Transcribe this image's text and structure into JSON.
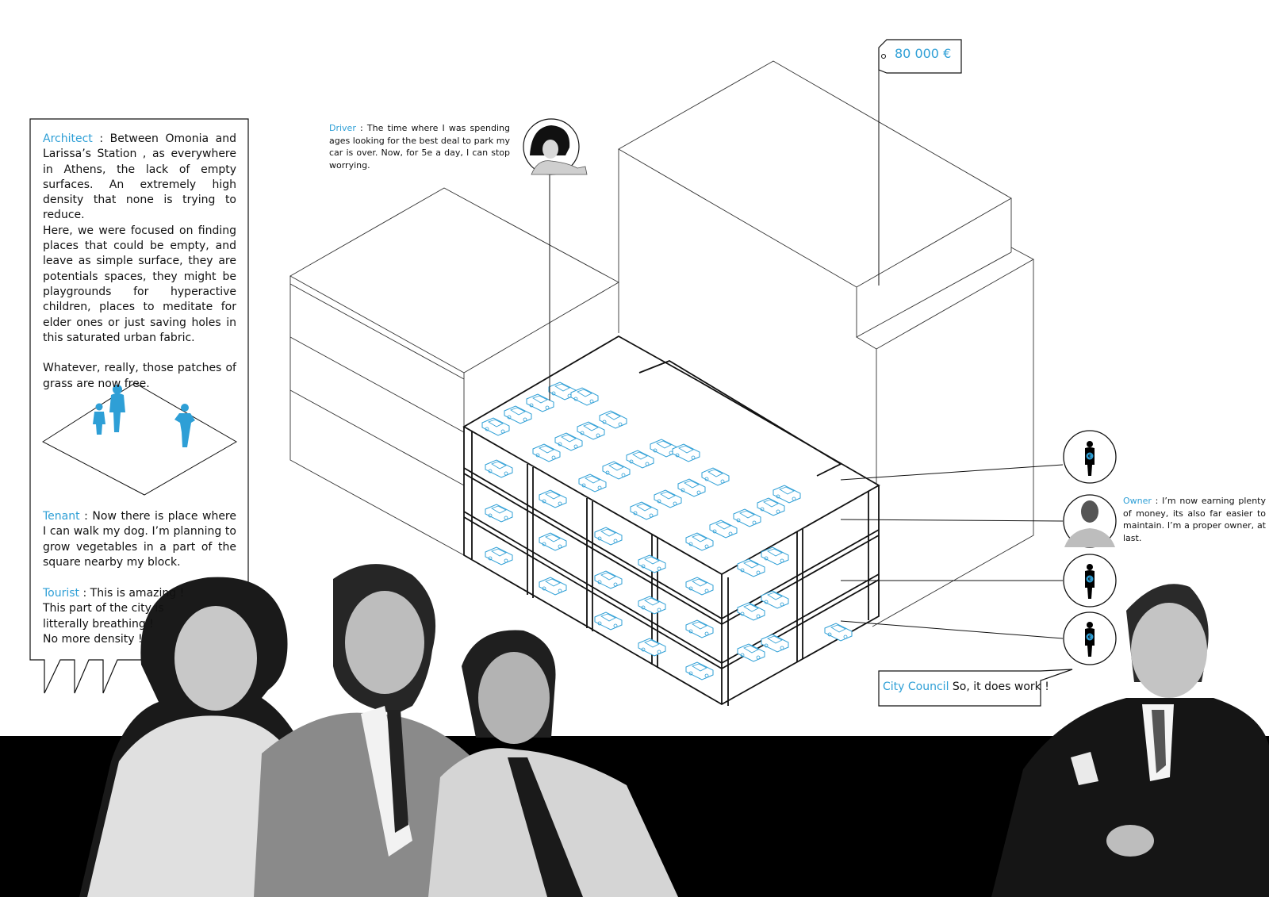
{
  "colors": {
    "accent": "#2e9fd6",
    "ink": "#111111",
    "band": "#000000",
    "background": "#ffffff"
  },
  "price_tag": {
    "label": "80 000 €"
  },
  "architect": {
    "speaker": "Architect",
    "para1": " :  Between Omonia and Larissa’s Station , as everywhere in Athens, the lack of empty surfaces. An extremely high density that none is trying to reduce.",
    "para2": "Here, we were focused on finding places that could be empty, and leave as simple surface, they are potentials spaces, they might be playgrounds for hyperactive children, places to meditate for elder ones or just saving holes in this saturated urban fabric.",
    "para3": "Whatever, really, those patches of grass are now free."
  },
  "tenant": {
    "speaker": "Tenant",
    "text": " : Now there is place where I can walk my dog. I’m planning to grow vegetables in a part of the square nearby my block."
  },
  "tourist": {
    "speaker": "Tourist",
    "line1": " : This is amazing !",
    "line2": "This part of the city is",
    "line3": " litterally breathing !",
    "line4": "No more density !"
  },
  "driver": {
    "speaker": "Driver",
    "text": " : The time where I was spending ages looking for the best deal to park my car is over. Now, for 5e a day, I can stop worrying."
  },
  "owner": {
    "speaker": "Owner",
    "text": " : I’m now earning plenty of money, its also far easier to maintain. I’m a proper owner, at last."
  },
  "council": {
    "speaker": "City Council",
    "text": " So, it does work !"
  },
  "icons": {
    "investor": "euro-figure-icon",
    "car": "car-icon",
    "people": "pedestrian-icon"
  }
}
